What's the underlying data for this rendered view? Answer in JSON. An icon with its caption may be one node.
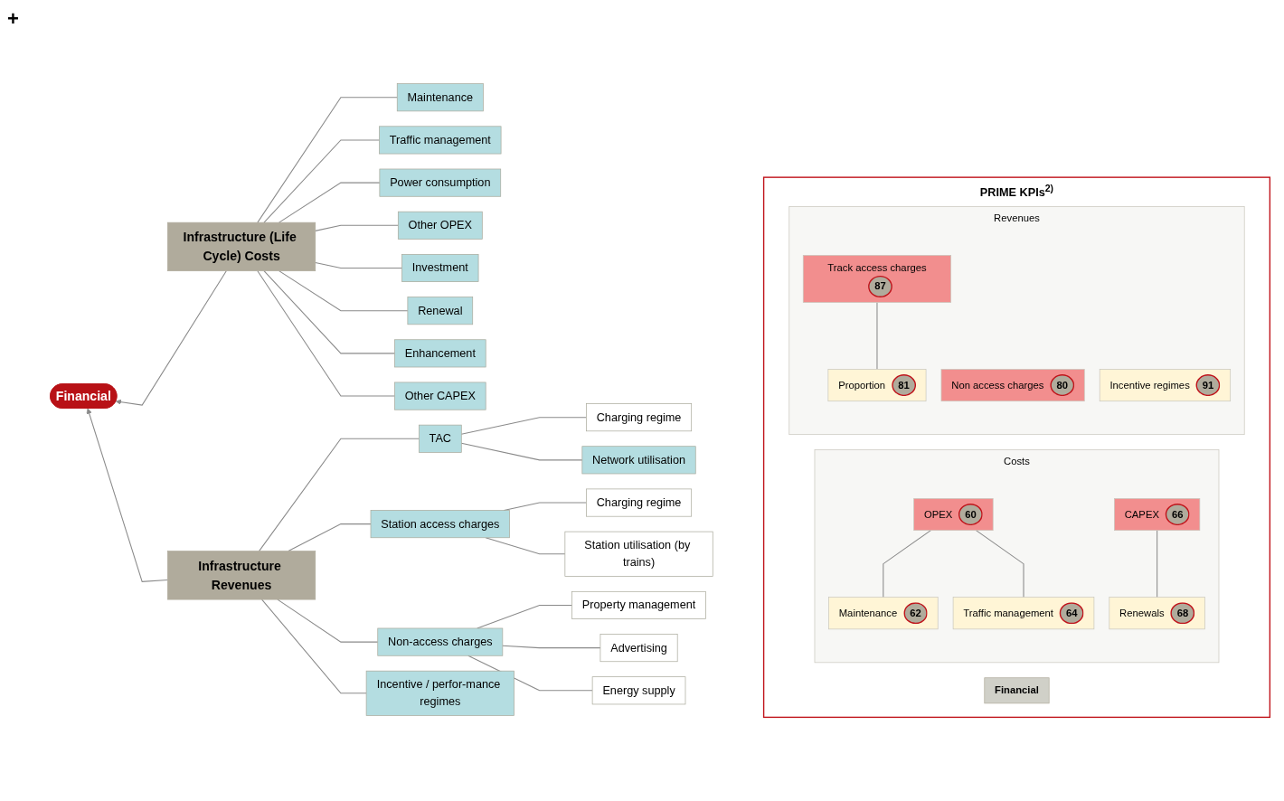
{
  "diagram": {
    "nodes": [
      {
        "text": [
          "Financial"
        ]
      },
      {
        "text": [
          "Infrastructure (Life Cycle) Costs"
        ]
      },
      {
        "text": [
          "Maintenance"
        ]
      },
      {
        "text": [
          "Traffic management"
        ]
      },
      {
        "text": [
          "Power consumption"
        ]
      },
      {
        "text": [
          "Other OPEX"
        ]
      },
      {
        "text": [
          "Investment"
        ]
      },
      {
        "text": [
          "Renewal"
        ]
      },
      {
        "text": [
          "Enhancement"
        ]
      },
      {
        "text": [
          "Other CAPEX"
        ]
      },
      {
        "text": [
          "Infrastructure Revenues"
        ]
      },
      {
        "text": [
          "TAC"
        ]
      },
      {
        "text": [
          "Charging regime"
        ]
      },
      {
        "text": [
          "Network utilisation"
        ]
      },
      {
        "text": [
          "Station access charges"
        ]
      },
      {
        "text": [
          "Charging regime"
        ]
      },
      {
        "text": [
          "Station utilisation (by trains)"
        ]
      },
      {
        "text": [
          "Non-access charges"
        ]
      },
      {
        "text": [
          "Property management"
        ]
      },
      {
        "text": [
          "Advertising"
        ]
      },
      {
        "text": [
          "Energy supply"
        ]
      },
      {
        "text": [
          "Incentive / perfor-mance regimes"
        ]
      },
      {
        "text": [
          "PRIME KPIs$^{2)}$"
        ]
      },
      {
        "text": [
          "Financial"
        ],
        "in": 22
      },
      {
        "text": [
          "Costs"
        ],
        "in": 22
      },
      {
        "text": [
          "OPEX",
          "60"
        ],
        "in": 24
      },
      {
        "text": [
          "Maintenance",
          "62"
        ],
        "in": 24
      },
      {
        "text": [
          "Traffic management",
          "64"
        ],
        "in": 24
      },
      {
        "text": [
          "CAPEX",
          "66"
        ],
        "in": 24
      },
      {
        "text": [
          "Renewals",
          "68"
        ],
        "in": 24
      },
      {
        "text": [
          "Revenues"
        ],
        "in": 22
      },
      {
        "text": [
          "Track access charges",
          "87"
        ],
        "in": 30
      },
      {
        "text": [
          "Proportion",
          "81"
        ],
        "in": 30
      },
      {
        "text": [
          "Non access charges",
          "80"
        ],
        "in": 30
      },
      {
        "text": [
          "Incentive regimes",
          "91"
        ],
        "in": 30
      }
    ],
    "edges": [
      {
        "from": 1,
        "to": 0,
        "arrow": "to"
      },
      {
        "from": 10,
        "to": 0,
        "arrow": "to"
      },
      {
        "from": 1,
        "to": 2,
        "arrow": "none"
      },
      {
        "from": 1,
        "to": 3,
        "arrow": "none"
      },
      {
        "from": 1,
        "to": 4,
        "arrow": "none"
      },
      {
        "from": 1,
        "to": 5,
        "arrow": "none"
      },
      {
        "from": 1,
        "to": 6,
        "arrow": "none"
      },
      {
        "from": 1,
        "to": 7,
        "arrow": "none"
      },
      {
        "from": 1,
        "to": 8,
        "arrow": "none"
      },
      {
        "from": 1,
        "to": 9,
        "arrow": "none"
      },
      {
        "from": 10,
        "to": 11,
        "arrow": "none"
      },
      {
        "from": 10,
        "to": 14,
        "arrow": "none"
      },
      {
        "from": 10,
        "to": 17,
        "arrow": "none"
      },
      {
        "from": 10,
        "to": 21,
        "arrow": "none"
      },
      {
        "from": 11,
        "to": 12,
        "arrow": "none"
      },
      {
        "from": 11,
        "to": 13,
        "arrow": "none"
      },
      {
        "from": 14,
        "to": 15,
        "arrow": "none"
      },
      {
        "from": 14,
        "to": 16,
        "arrow": "none"
      },
      {
        "from": 17,
        "to": 18,
        "arrow": "none"
      },
      {
        "from": 17,
        "to": 19,
        "arrow": "none"
      },
      {
        "from": 17,
        "to": 20,
        "arrow": "none"
      },
      {
        "from": 25,
        "to": 26,
        "arrow": "none"
      },
      {
        "from": 25,
        "to": 27,
        "arrow": "none"
      },
      {
        "from": 28,
        "to": 29,
        "arrow": "none"
      },
      {
        "from": 31,
        "to": 32,
        "arrow": "none"
      }
    ],
    "labels": [
      "+"
    ]
  }
}
